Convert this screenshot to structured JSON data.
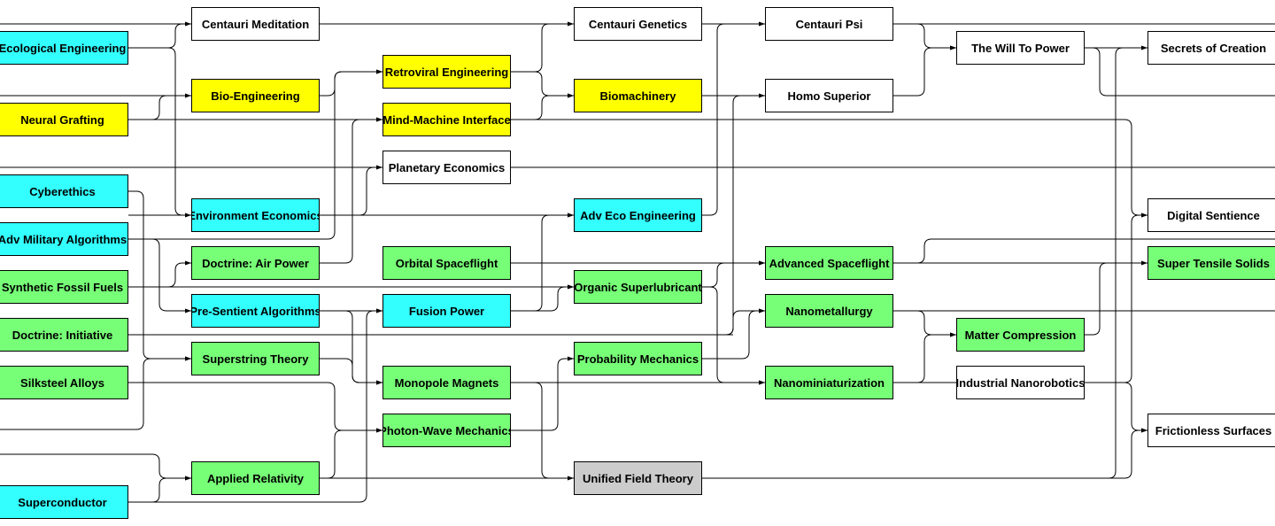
{
  "colors": {
    "cyan": "#33ffff",
    "yellow": "#ffff00",
    "green": "#77ff77",
    "white": "#ffffff",
    "gray": "#cccccc"
  },
  "nodes": {
    "ecological_engineering": "Ecological Engineering",
    "neural_grafting": "Neural Grafting",
    "cyberethics": "Cyberethics",
    "adv_military_algorithms": "Adv Military Algorithms",
    "synthetic_fossil_fuels": "Synthetic Fossil Fuels",
    "doctrine_initiative": "Doctrine: Initiative",
    "silksteel_alloys": "Silksteel Alloys",
    "superconductor": "Superconductor",
    "centauri_meditation": "Centauri Meditation",
    "bio_engineering": "Bio-Engineering",
    "environment_economics": "Environment Economics",
    "doctrine_air_power": "Doctrine: Air Power",
    "pre_sentient_algorithms": "Pre-Sentient Algorithms",
    "superstring_theory": "Superstring Theory",
    "applied_relativity": "Applied Relativity",
    "retroviral_engineering": "Retroviral Engineering",
    "mind_machine_interface": "Mind-Machine Interface",
    "planetary_economics": "Planetary Economics",
    "orbital_spaceflight": "Orbital Spaceflight",
    "fusion_power": "Fusion Power",
    "monopole_magnets": "Monopole Magnets",
    "photon_wave_mechanics": "Photon-Wave Mechanics",
    "centauri_genetics": "Centauri Genetics",
    "biomachinery": "Biomachinery",
    "adv_eco_engineering": "Adv Eco Engineering",
    "organic_superlubricant": "Organic Superlubricant",
    "probability_mechanics": "Probability Mechanics",
    "unified_field_theory": "Unified Field Theory",
    "centauri_psi": "Centauri Psi",
    "homo_superior": "Homo Superior",
    "advanced_spaceflight": "Advanced Spaceflight",
    "nanometallurgy": "Nanometallurgy",
    "nanominiaturization": "Nanominiaturization",
    "the_will_to_power": "The Will To Power",
    "matter_compression": "Matter Compression",
    "industrial_nanorobotics": "Industrial Nanorobotics",
    "secrets_of_creation": "Secrets of Creation",
    "digital_sentience": "Digital Sentience",
    "super_tensile_solids": "Super Tensile Solids",
    "frictionless_surfaces": "Frictionless Surfaces"
  }
}
